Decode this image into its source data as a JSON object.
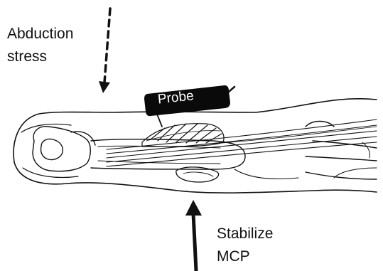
{
  "labels": {
    "abduction": [
      "Abduction",
      "stress"
    ],
    "stabilize": [
      "Stabilize",
      "MCP"
    ],
    "probe": "Probe"
  },
  "colors": {
    "ink": "#111111",
    "probe_box": "#0a0a0a",
    "probe_text": "#ffffff",
    "background": "#ffffff"
  }
}
